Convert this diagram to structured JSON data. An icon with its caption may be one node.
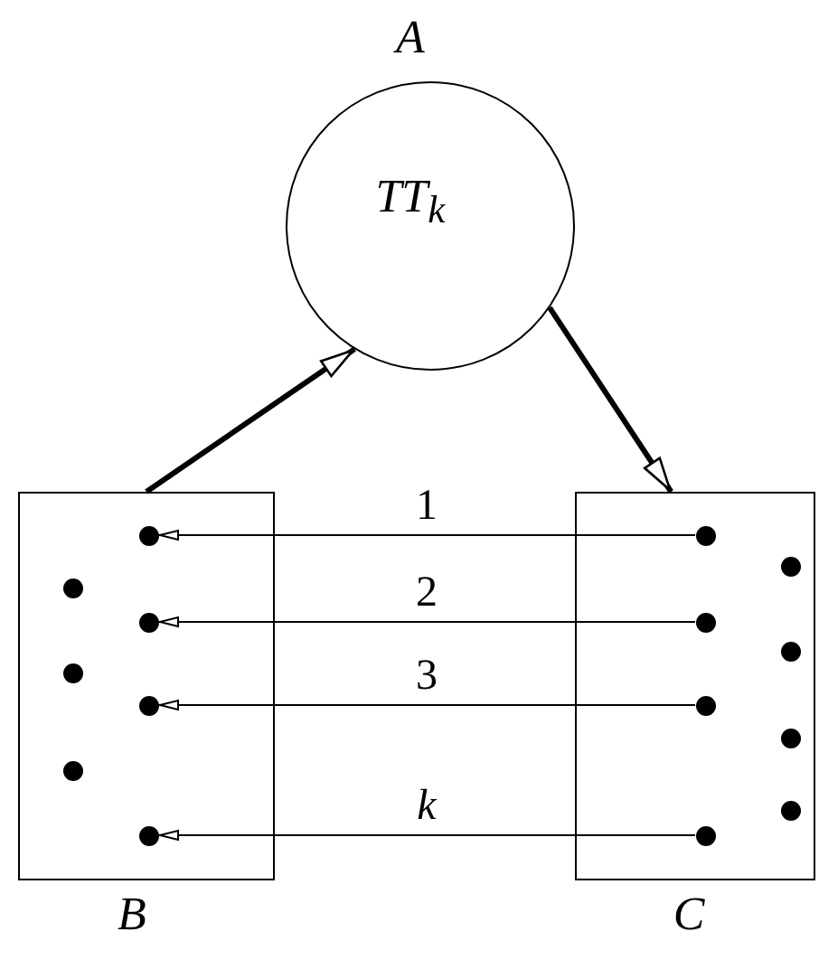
{
  "diagram": {
    "nodes": [
      {
        "text": [
          "A",
          "TT$_{k}$"
        ]
      },
      {
        "text": [
          "B"
        ]
      },
      {
        "text": [
          "C"
        ]
      },
      {
        "text": [],
        "shape": "circle",
        "in": 1
      },
      {
        "text": [],
        "shape": "circle",
        "in": 1
      },
      {
        "text": [],
        "shape": "circle",
        "in": 1
      },
      {
        "text": [],
        "shape": "circle",
        "in": 1
      },
      {
        "text": [],
        "shape": "circle",
        "in": 1
      },
      {
        "text": [],
        "shape": "circle",
        "in": 1
      },
      {
        "text": [],
        "shape": "circle",
        "in": 1
      },
      {
        "text": [],
        "shape": "circle",
        "in": 2
      },
      {
        "text": [],
        "shape": "circle",
        "in": 2
      },
      {
        "text": [],
        "shape": "circle",
        "in": 2
      },
      {
        "text": [],
        "shape": "circle",
        "in": 2
      },
      {
        "text": [],
        "shape": "circle",
        "in": 2
      },
      {
        "text": [],
        "shape": "circle",
        "in": 2
      },
      {
        "text": [],
        "shape": "circle",
        "in": 2
      },
      {
        "text": [],
        "shape": "circle",
        "in": 2
      }
    ],
    "edges": [
      {
        "from": 1,
        "to": 0,
        "arrow": "to",
        "style": "thick"
      },
      {
        "from": 0,
        "to": 2,
        "arrow": "to",
        "style": "thick"
      },
      {
        "from": 10,
        "to": 3,
        "arrow": "to",
        "label": "1"
      },
      {
        "from": 12,
        "to": 5,
        "arrow": "to",
        "label": "2"
      },
      {
        "from": 14,
        "to": 7,
        "arrow": "to",
        "label": "3"
      },
      {
        "from": 17,
        "to": 9,
        "arrow": "to",
        "label": "*k*"
      }
    ]
  }
}
